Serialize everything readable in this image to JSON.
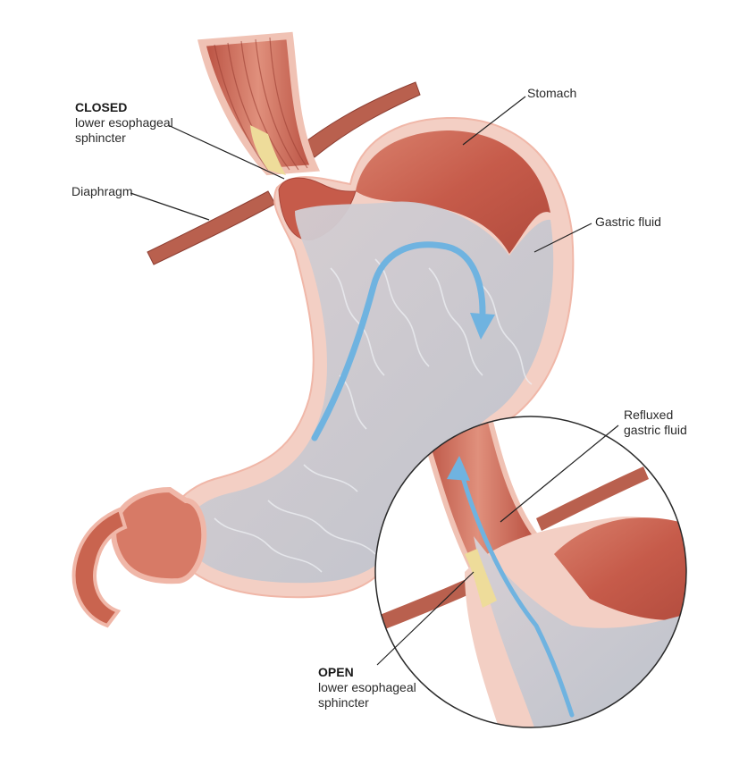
{
  "labels": {
    "closed": {
      "title": "CLOSED",
      "line1": "lower esophageal",
      "line2": "sphincter"
    },
    "diaphragm": "Diaphragm",
    "stomach": "Stomach",
    "gastric_fluid": "Gastric fluid",
    "refluxed": {
      "line1": "Refluxed",
      "line2": "gastric fluid"
    },
    "open": {
      "title": "OPEN",
      "line1": "lower esophageal",
      "line2": "sphincter"
    }
  },
  "colors": {
    "tissue_outer": "#f2c9bd",
    "muscle": "#c8604f",
    "muscle_dark": "#a8463a",
    "fluid": "#c9c6cc",
    "arrow": "#6fb3e0",
    "fat": "#eedc9a",
    "leader_line": "#222222"
  }
}
